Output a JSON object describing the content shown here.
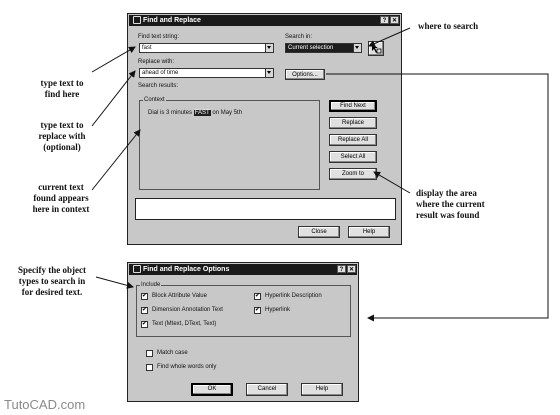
{
  "find_dialog": {
    "title": "Find and Replace",
    "help_btn": "?",
    "close_btn": "✕",
    "find_label": "Find text string:",
    "find_value": "fast",
    "search_in_label": "Search in:",
    "search_in_value": "Current selection",
    "replace_label": "Replace with:",
    "replace_value": "ahead of time",
    "options_button": "Options...",
    "results_label": "Search results:",
    "context_label": "Context",
    "context_before": "Dial is 3 minutes ",
    "context_match": "FAST",
    "context_after": " on May 5th",
    "find_next_button": "Find Next",
    "replace_button": "Replace",
    "replace_all_button": "Replace All",
    "select_all_button": "Select All",
    "zoom_to_button": "Zoom to",
    "close_button": "Close",
    "help_button": "Help"
  },
  "options_dialog": {
    "title": "Find and Replace Options",
    "help_btn": "?",
    "close_btn": "✕",
    "include_label": "Include",
    "options": [
      {
        "label": "Block Attribute Value",
        "checked": true
      },
      {
        "label": "Dimension Annotation Text",
        "checked": true
      },
      {
        "label": "Text (Mtext, DText, Text)",
        "checked": true
      },
      {
        "label": "Hyperlink Description",
        "checked": true
      },
      {
        "label": "Hyperlink",
        "checked": true
      }
    ],
    "match_case": {
      "label": "Match case",
      "checked": false
    },
    "whole_words": {
      "label": "Find whole words only",
      "checked": false
    },
    "ok_button": "OK",
    "cancel_button": "Cancel",
    "help_button": "Help"
  },
  "annotations": {
    "where_to_search": "where to search",
    "type_find_1": "type text to",
    "type_find_2": "find here",
    "type_replace_1": "type text to",
    "type_replace_2": "replace with",
    "type_replace_3": "(optional)",
    "current_1": "current text",
    "current_2": "found appears",
    "current_3": "here in context",
    "display_1": "display the area",
    "display_2": "where the current",
    "display_3": "result was found",
    "specify_1": "Specify the object",
    "specify_2": "types to search in",
    "specify_3": "for desired text."
  },
  "watermark": "TutoCAD.com",
  "colors": {
    "dialog_bg": "#c8c8c8",
    "titlebar": "#1a1a1a",
    "field": "#ffffff"
  }
}
